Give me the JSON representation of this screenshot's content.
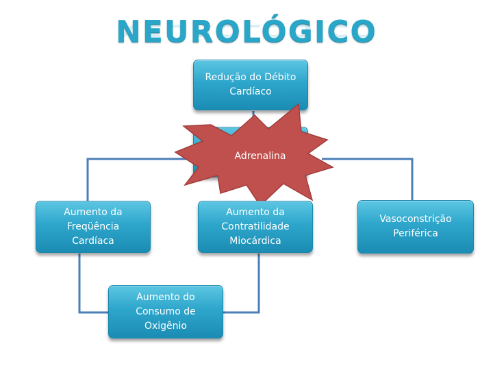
{
  "title": "NEUROLÓGICO",
  "nodes": {
    "reducao": "Redução do Débito\nCardíaco",
    "adrenalina": "Adrenalina",
    "frequencia": "Aumento da\nFreqüência\nCardíaca",
    "contratilidade": "Aumento da\nContratilidade\nMiocárdica",
    "vasoconstricao": "Vasoconstrição\nPeriférica",
    "consumo": "Aumento do\nConsumo de\nOxigênio"
  },
  "colors": {
    "node_fill": "#2ea6cc",
    "connector": "#4a7fb8",
    "burst_fill": "#c0504d",
    "title": "#2aa6c8"
  }
}
